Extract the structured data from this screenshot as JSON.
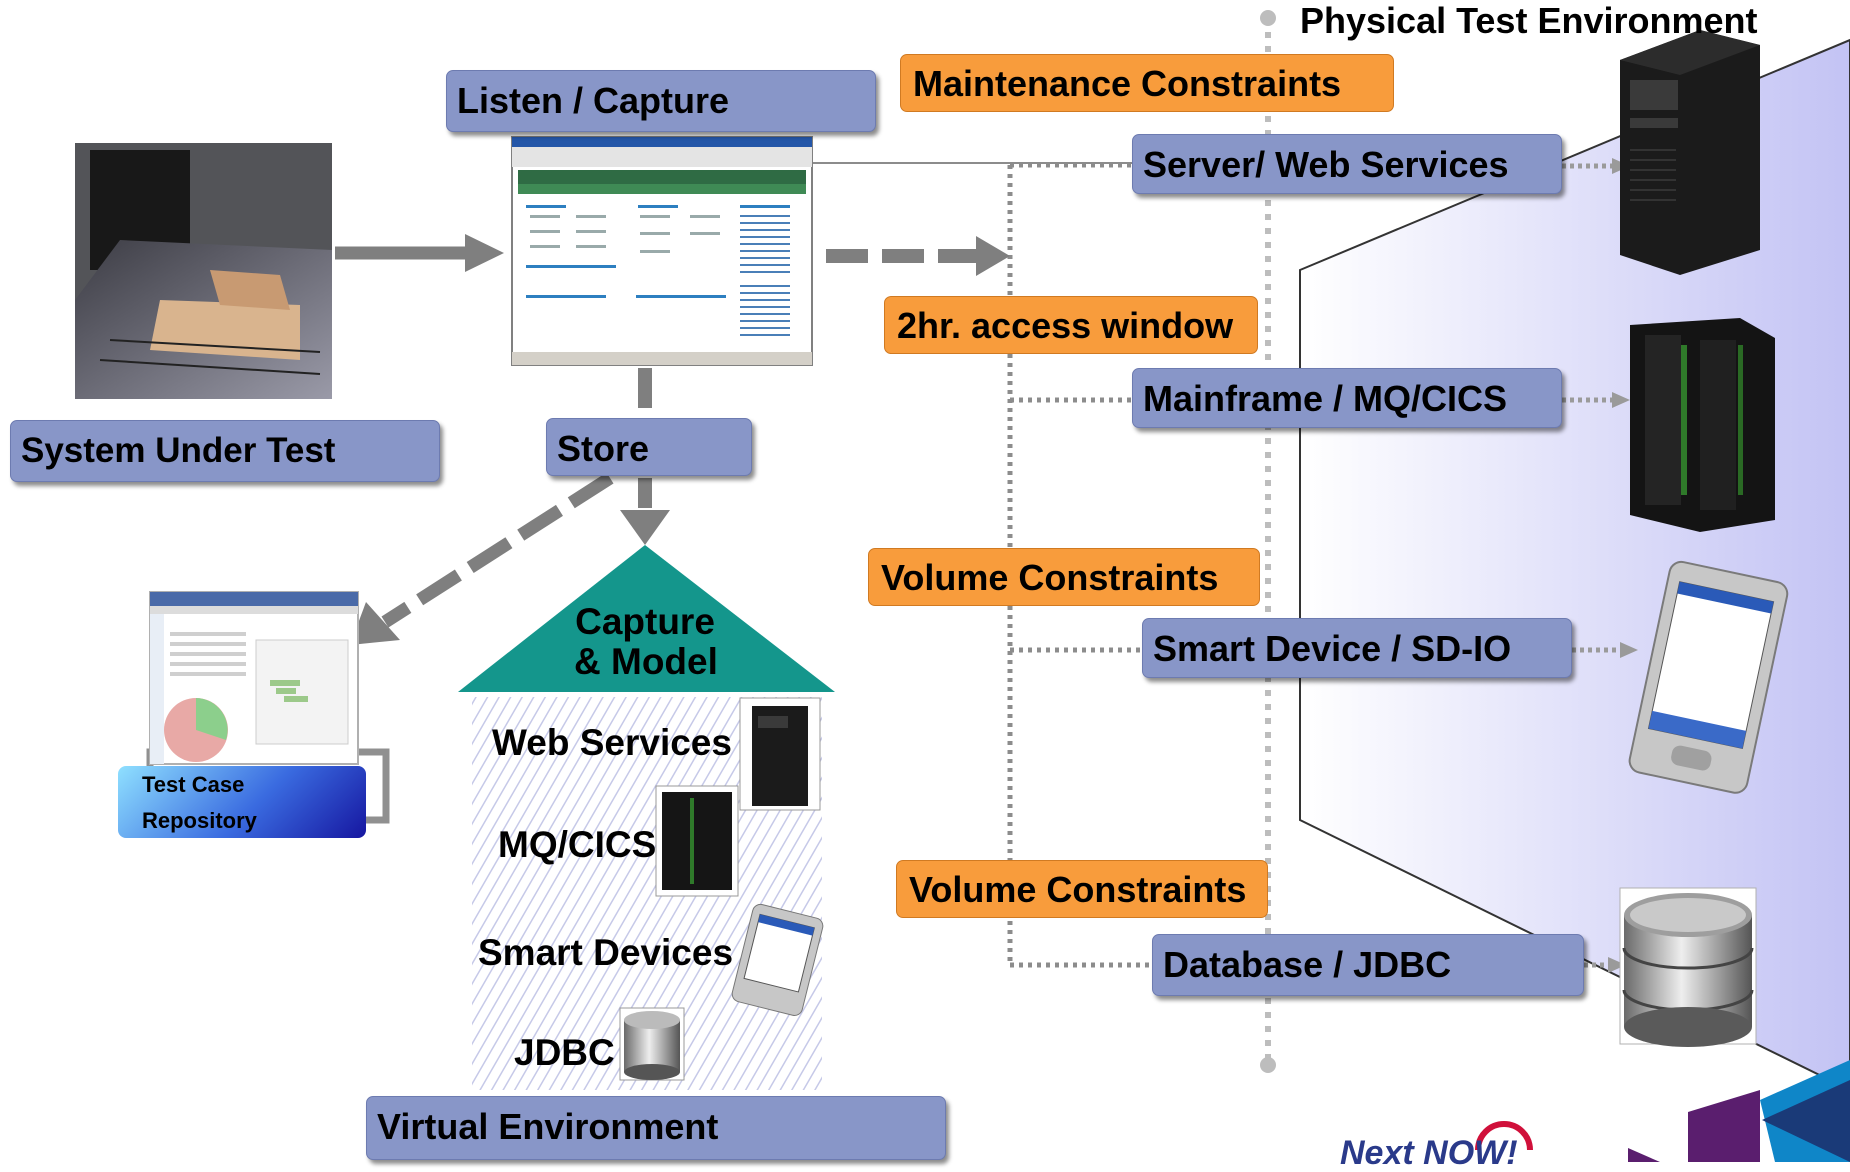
{
  "labels": {
    "listen_capture": "Listen / Capture",
    "system_under_test": "System Under Test",
    "store": "Store",
    "virtual_environment": "Virtual Environment",
    "physical_title": "Physical Test Environment",
    "capture_model_line1": "Capture",
    "capture_model_line2": "& Model",
    "repo_line1": "Test Case",
    "repo_line2": "Repository"
  },
  "virtual_items": [
    "Web Services",
    "MQ/CICS",
    "Smart Devices",
    "JDBC"
  ],
  "constraints": {
    "maintenance": "Maintenance Constraints",
    "access_window": "2hr. access window",
    "volume_1": "Volume Constraints",
    "volume_2": "Volume Constraints"
  },
  "physical_items": {
    "server": "Server/ Web Services",
    "mainframe": "Mainframe / MQ/CICS",
    "smart_device": "Smart Device / SD-IO",
    "database": "Database / JDBC"
  },
  "logo_text": "Next NOW!",
  "colors": {
    "label_fill": "#8896c8",
    "constraint_fill": "#f89c3c",
    "roof_fill": "#14968c",
    "panel_fill": "#c8c8f8",
    "arrow_gray": "#7f7f7f"
  }
}
